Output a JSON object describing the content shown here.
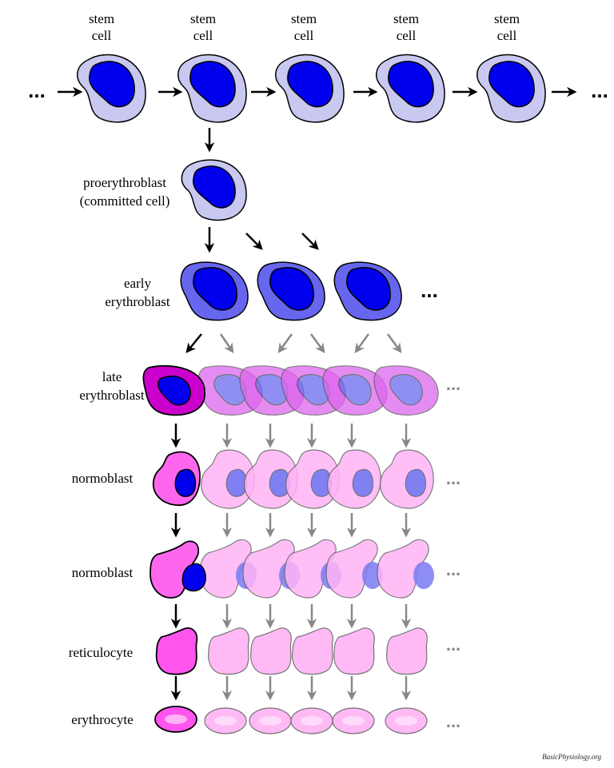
{
  "labels": {
    "stem_line1": "stem",
    "stem_line2": "cell",
    "proerythroblast_line1": "proerythroblast",
    "proerythroblast_line2": "(committed cell)",
    "early_line1": "early",
    "early_line2": "erythroblast",
    "late_line1": "late",
    "late_line2": "erythroblast",
    "normoblast_1": "normoblast",
    "normoblast_2": "normoblast",
    "reticulocyte": "reticulocyte",
    "erythrocyte": "erythrocyte"
  },
  "ellipsis": "...",
  "credit": "BasicPhysiology.org",
  "colors": {
    "stem_cytoplasm": "#c8c8f0",
    "nucleus": "#0000ee",
    "early_cytoplasm": "#6666ee",
    "late_cytoplasm": "#cc00cc",
    "late_faded": "#dd66ee",
    "normoblast": "#ff66ee",
    "faded_cell": "#ffb3f5",
    "faded_nucleus": "#6a6af0",
    "erythrocyte": "#ff55ee",
    "arrow_main": "#000000",
    "arrow_faded": "#888888"
  }
}
